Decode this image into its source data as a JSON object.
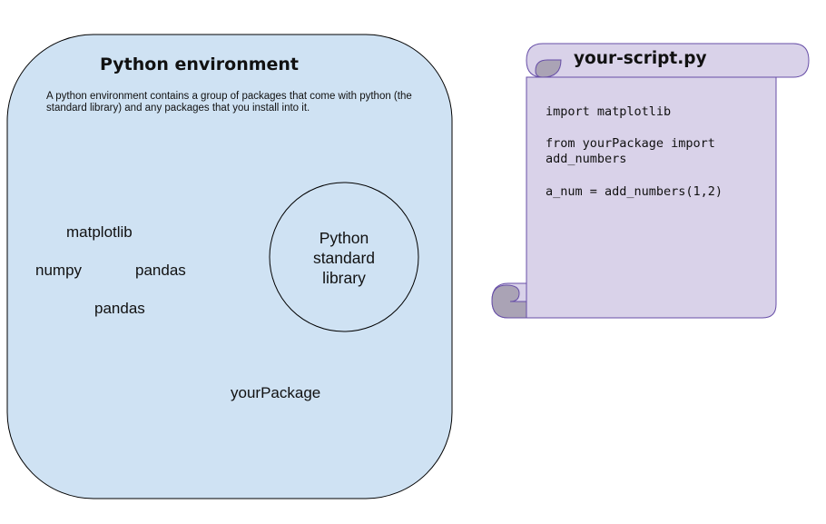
{
  "environment": {
    "title": "Python environment",
    "description": "A python environment contains a group of packages that come with python (the standard library) and any packages that you install into it.",
    "packages": {
      "matplotlib": "matplotlib",
      "numpy": "numpy",
      "pandas_1": "pandas",
      "pandas_2": "pandas",
      "your_package": "yourPackage"
    },
    "standard_library": {
      "line1": "Python",
      "line2": "standard",
      "line3": "library"
    },
    "fill_color": "#cfe2f3"
  },
  "script": {
    "title": "your-script.py",
    "code": {
      "line1": "import matplotlib",
      "line2": "from yourPackage import",
      "line3": "add_numbers",
      "line4": "a_num = add_numbers(1,2)"
    },
    "fill_color": "#d9d2e9",
    "stroke_color": "#674ea7",
    "curl_color": "#aaa3b5"
  }
}
